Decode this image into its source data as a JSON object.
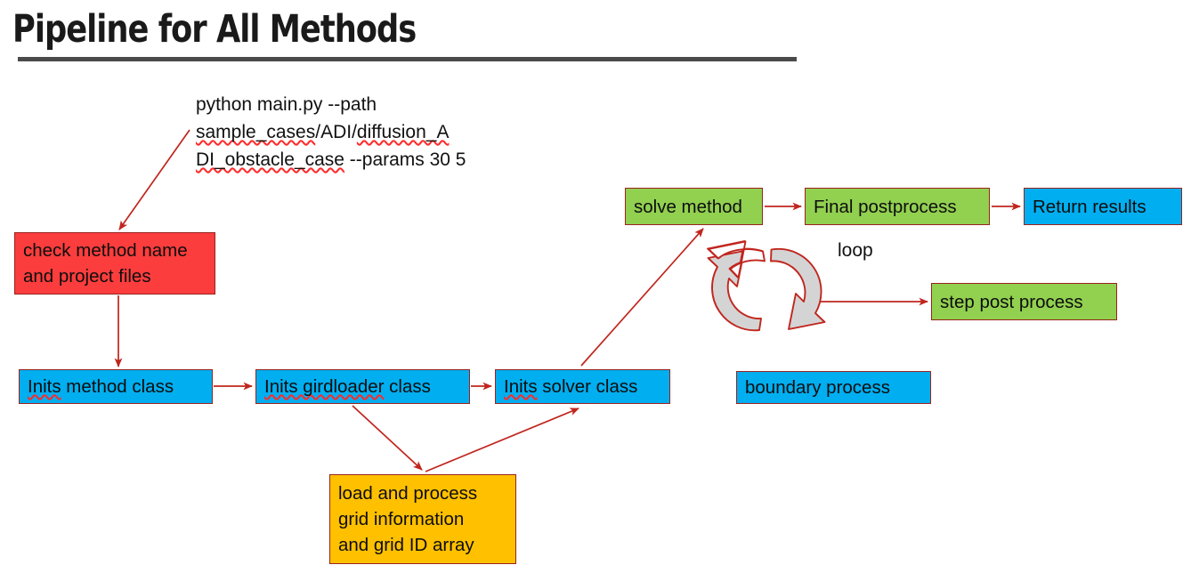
{
  "title": "Pipeline for All Methods",
  "command": {
    "line1": "python main.py --path",
    "line2_a": "sample_cases",
    "line2_b": "/ADI/",
    "line2_c": "diffusion_A",
    "line3_a": "DI_obstacle_case",
    "line3_b": " --params 30 5"
  },
  "nodes": {
    "check_method": {
      "line1": "check method name",
      "line2": "and project files",
      "color": "#fc3d3d"
    },
    "inits_method": {
      "label_a": "Inits",
      "label_b": " method class",
      "color": "#01aef0"
    },
    "inits_gridloader": {
      "label_a": "Inits girdloader",
      "label_b": " class",
      "color": "#01aef0"
    },
    "inits_solver": {
      "label_a": "Inits",
      "label_b": " solver class",
      "color": "#01aef0"
    },
    "load_grid": {
      "line1": "load and process",
      "line2": "grid information",
      "line3": "and grid ID array",
      "color": "#ffc000"
    },
    "solve_method": {
      "label": "solve method",
      "color": "#92d050"
    },
    "final_postprocess": {
      "label": "Final postprocess",
      "color": "#92d050"
    },
    "return_results": {
      "label": "Return results",
      "color": "#01aef0"
    },
    "step_post_process": {
      "label": "step post process",
      "color": "#92d050"
    },
    "boundary_process": {
      "label": "boundary process",
      "color": "#01aef0"
    }
  },
  "loop": {
    "label": "loop",
    "icon": "circular-loop-icon"
  },
  "colors": {
    "arrow": "#c0261e",
    "border": "#99231d",
    "title_rule": "#4a4a4a",
    "loop_icon_fill": "#d4d4d4",
    "spellcheck_underline": "#ff2b2b"
  }
}
